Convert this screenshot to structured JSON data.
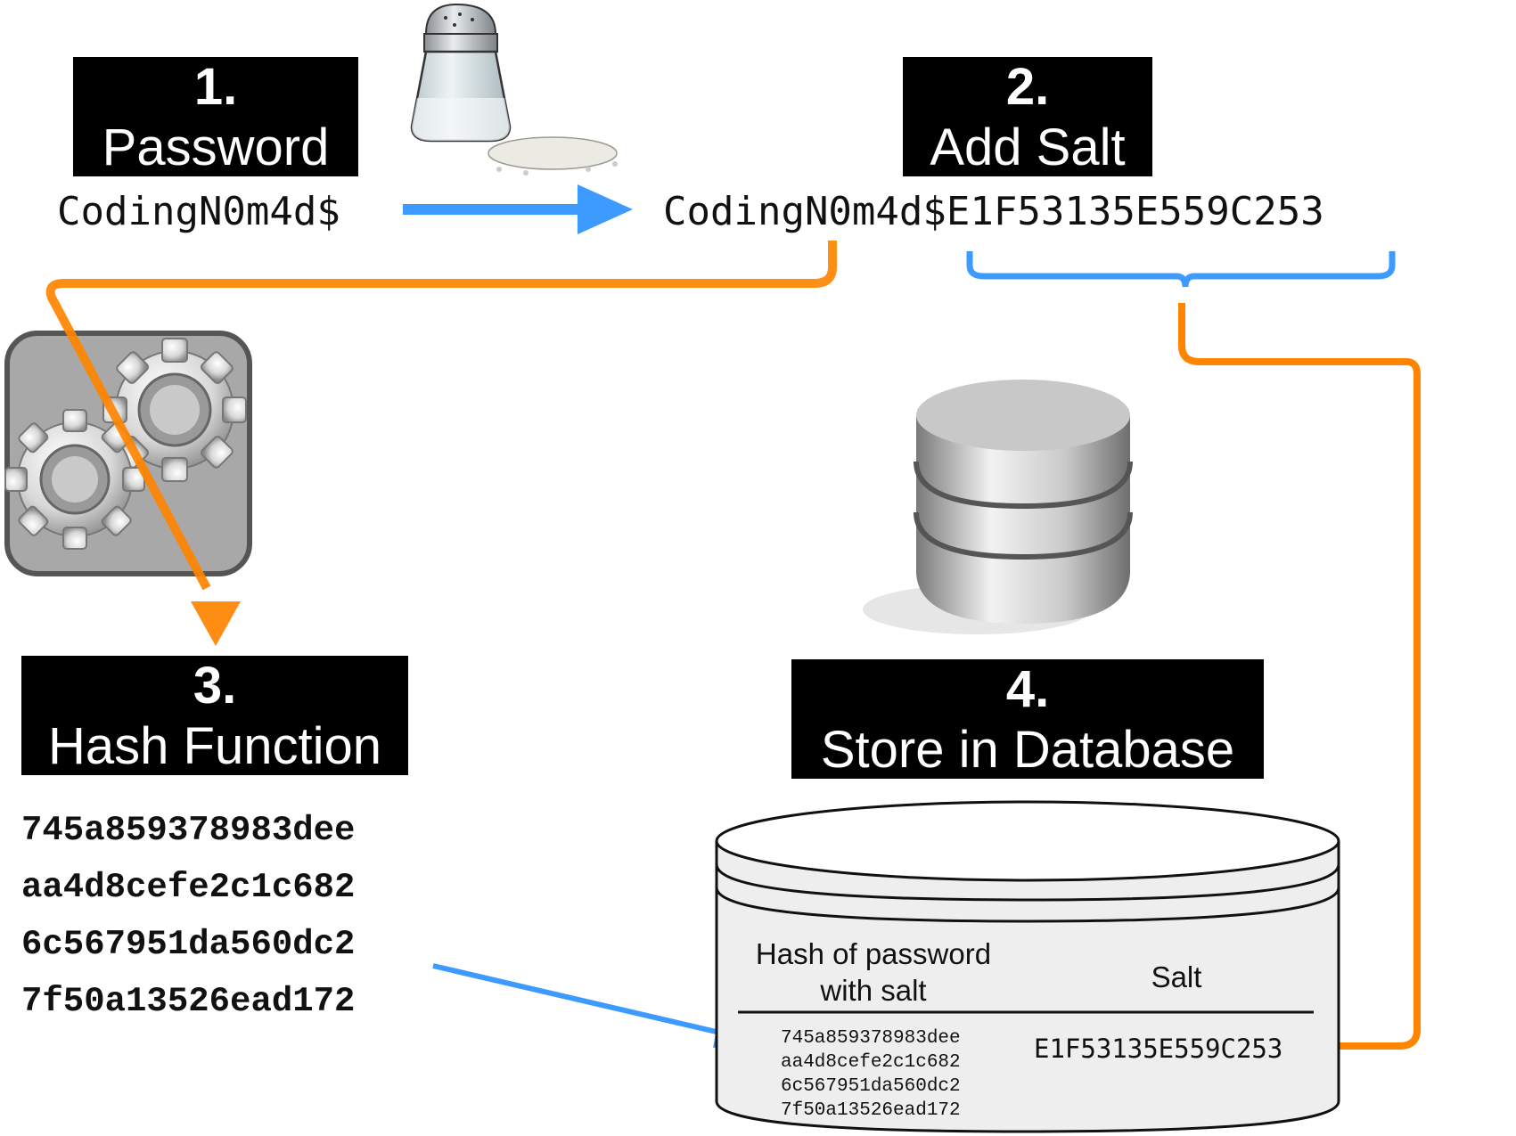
{
  "steps": [
    {
      "number": "1.",
      "label": "Password"
    },
    {
      "number": "2.",
      "label": "Add Salt"
    },
    {
      "number": "3.",
      "label": "Hash Function"
    },
    {
      "number": "4.",
      "label": "Store in Database"
    }
  ],
  "password": "CodingN0m4d$",
  "salted_password": {
    "password_part": "CodingN0m4d$",
    "salt_part": "E1F53135E559C253"
  },
  "hash_lines": [
    "745a859378983dee",
    "aa4d8cefe2c1c682",
    "6c567951da560dc2",
    "7f50a13526ead172"
  ],
  "database": {
    "col_hash_header": [
      "Hash of password",
      "with salt"
    ],
    "col_salt_header": "Salt",
    "hash_value": [
      "745a859378983dee",
      "aa4d8cefe2c1c682",
      "6c567951da560dc2",
      "7f50a13526ead172"
    ],
    "salt_value": "E1F53135E559C253"
  },
  "icons": [
    "salt-shaker-icon",
    "gears-icon",
    "database-icon"
  ],
  "colors": {
    "blue_arrow": "#3d9bff",
    "orange_arrow": "#ff8400",
    "box": "#000000"
  }
}
